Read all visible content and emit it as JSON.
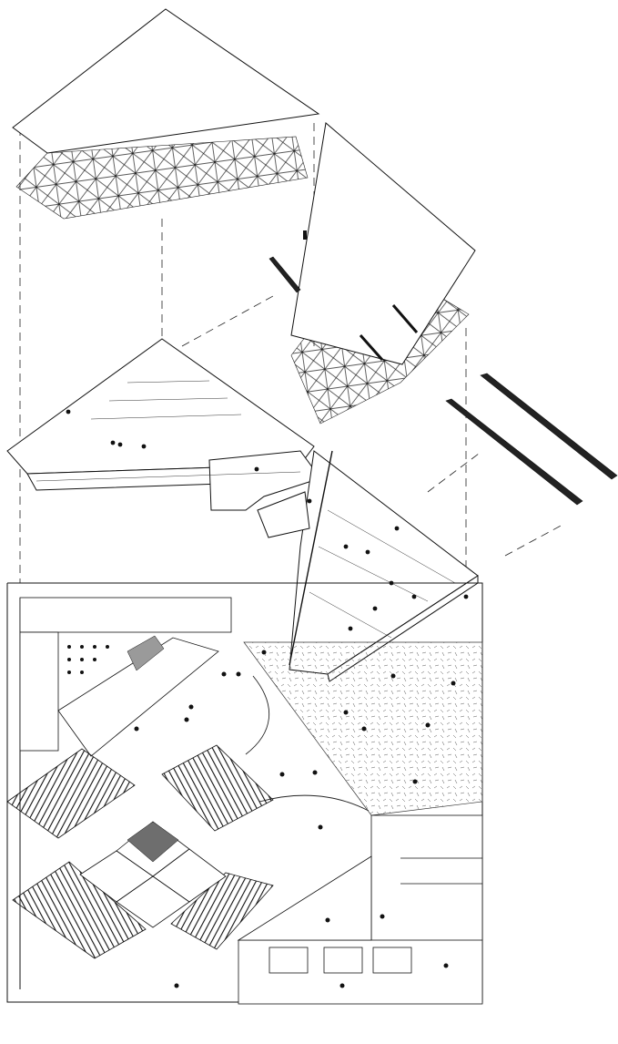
{
  "diagram": {
    "style": "exploded-axonometric-line-drawing",
    "colors": {
      "ink": "#111111",
      "paper": "#ffffff",
      "hatch": "#444444",
      "shade": "#9a9a9a",
      "shade_dark": "#6e6e6e"
    },
    "components": [
      "roof-panel-left",
      "roof-grid-left",
      "roof-panel-right",
      "roof-grid-right",
      "beam-fragment-upper",
      "beam-fragment-right-long",
      "beam-fragment-right-short",
      "upper-floor-plate",
      "ground-floor-plan",
      "hatched-plaza",
      "pavilion-roofs",
      "projection-lines"
    ]
  }
}
